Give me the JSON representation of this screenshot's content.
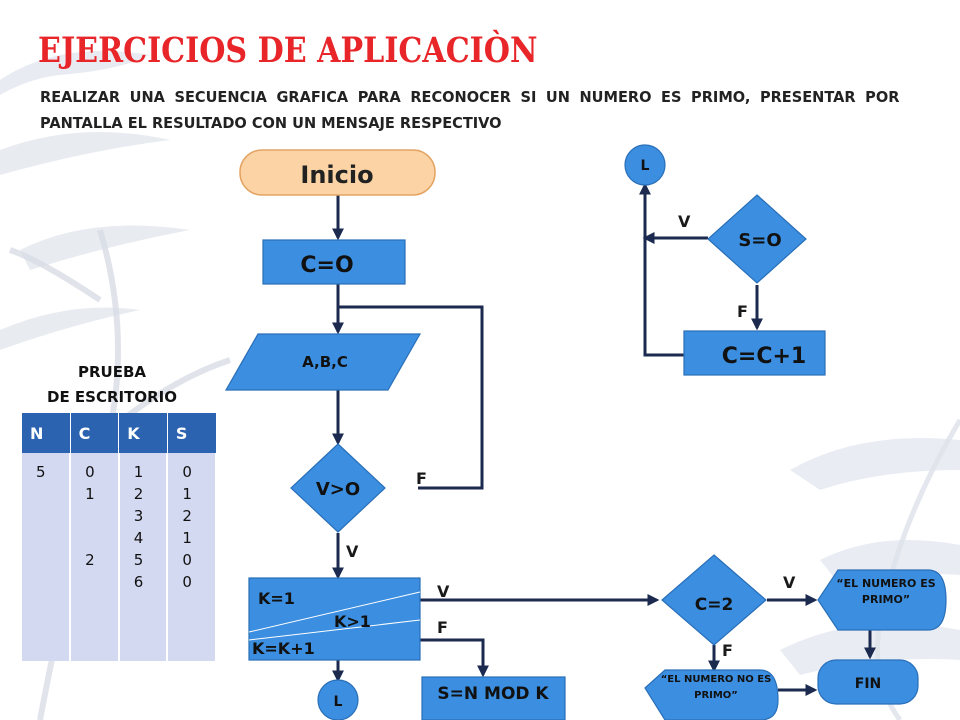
{
  "title": "EJERCICIOS DE APLICACIÒN",
  "subtitle": "REALIZAR UNA SECUENCIA GRAFICA PARA RECONOCER SI UN NUMERO ES PRIMO, PRESENTAR POR PANTALLA EL RESULTADO CON UN MENSAJE RESPECTIVO",
  "flowchart": {
    "start": "Inicio",
    "init": "C=O",
    "input": "A,B,C",
    "cond_v": "V>O",
    "loop_init": "K=1",
    "loop_cond": "K>1",
    "loop_inc": "K=K+1",
    "mod": "S=N MOD K",
    "cond_c": "C=2",
    "msg_prime": "“EL NUMERO ES PRIMO”",
    "msg_not_prime": "“EL NUMERO NO ES PRIMO”",
    "end": "FIN",
    "connector": "L",
    "cond_s": "S=O",
    "increment": "C=C+1",
    "true_label": "V",
    "false_label": "F"
  },
  "desk_check": {
    "title_line1": "PRUEBA",
    "title_line2": "DE ESCRITORIO",
    "headers": [
      "N",
      "C",
      "K",
      "S"
    ],
    "columns": [
      [
        "5",
        "",
        "",
        "",
        "",
        ""
      ],
      [
        "0",
        "1",
        "",
        "",
        "2",
        ""
      ],
      [
        "1",
        "2",
        "3",
        "4",
        "5",
        "6"
      ],
      [
        "0",
        "1",
        "2",
        "1",
        "0",
        "0"
      ]
    ]
  }
}
